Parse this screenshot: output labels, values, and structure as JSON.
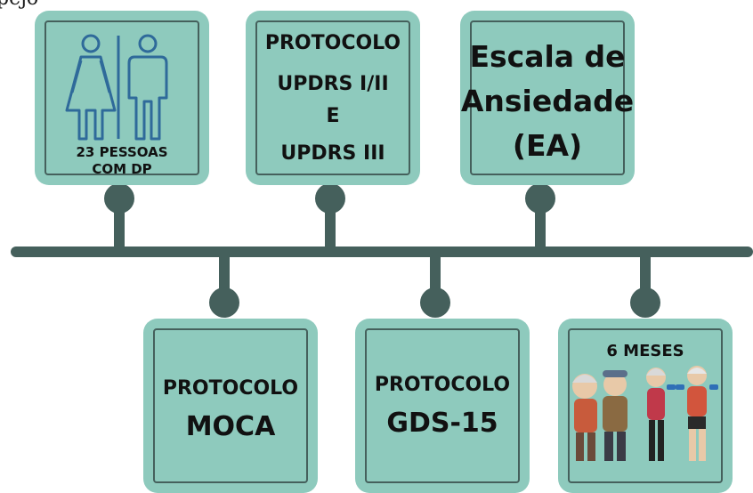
{
  "cut_text": "pejo",
  "top_cards": [
    {
      "lines": [
        "23 PESSOAS",
        "COM DP"
      ],
      "icon": "male-female-restroom-icon"
    },
    {
      "lines": [
        "PROTOCOLO",
        "UPDRS I/II",
        "E",
        "UPDRS III"
      ]
    },
    {
      "lines": [
        "Escala de",
        "Ansiedade",
        "(EA)"
      ]
    }
  ],
  "bottom_cards": [
    {
      "lines": [
        "PROTOCOLO",
        "MOCA"
      ]
    },
    {
      "lines": [
        "PROTOCOLO",
        "GDS-15"
      ]
    },
    {
      "lines": [
        "6 MESES"
      ],
      "illustration": "elderly-exercise-illustration"
    }
  ],
  "colors": {
    "card": "#8ecabd",
    "line": "#45605c"
  }
}
